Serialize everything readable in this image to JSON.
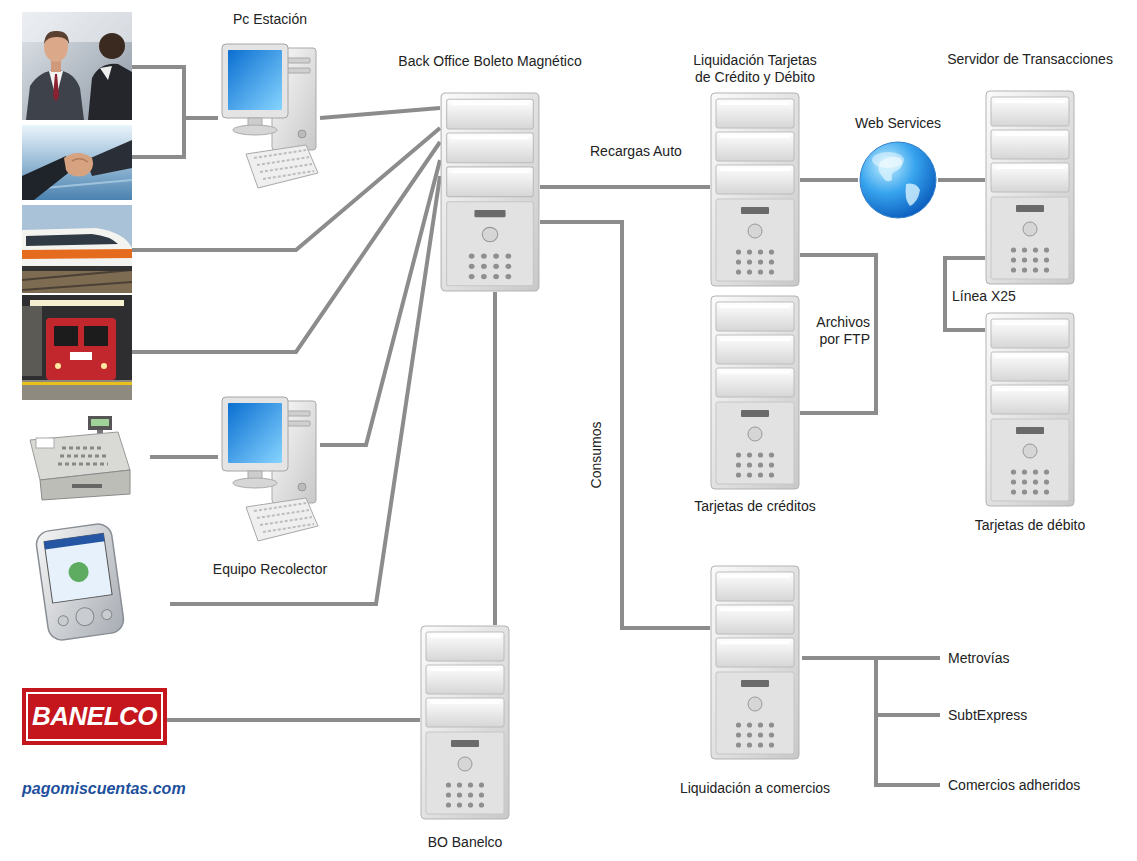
{
  "diagram": {
    "nodes": [
      {
        "text": [
          "Pc Estación"
        ]
      },
      {
        "text": [
          "Back Office Boleto Magnético"
        ]
      },
      {
        "text": [
          "Liquidación Tarjetas de Crédito y Débito"
        ]
      },
      {
        "text": [
          "Web Services"
        ]
      },
      {
        "text": [
          "Servidor de Transacciones"
        ]
      },
      {
        "text": [
          "Tarjetas de créditos"
        ]
      },
      {
        "text": [
          "Tarjetas de débito"
        ]
      },
      {
        "text": [
          "Equipo Recolector"
        ]
      },
      {
        "text": [
          "Liquidación a comercios"
        ]
      },
      {
        "text": [
          "BANELCO",
          "pagomiscuentas.com"
        ]
      },
      {
        "text": [
          "BO Banelco"
        ]
      }
    ],
    "edges": [
      {
        "from": 0,
        "to": 1,
        "arrow": "none"
      },
      {
        "from": 1,
        "to": 2,
        "label": "Recargas Auto",
        "arrow": "none"
      },
      {
        "from": 2,
        "to": 3,
        "arrow": "none"
      },
      {
        "from": 3,
        "to": 4,
        "arrow": "none"
      },
      {
        "from": 2,
        "to": 5,
        "label": "Archivos por FTP",
        "arrow": "none"
      },
      {
        "from": 4,
        "to": 6,
        "label": "Línea X25",
        "arrow": "none"
      },
      {
        "from": 7,
        "to": 1,
        "arrow": "none"
      },
      {
        "from": 1,
        "to": 8,
        "label": "Consumos",
        "arrow": "none"
      },
      {
        "from": 1,
        "to": 10,
        "arrow": "none"
      },
      {
        "from": 9,
        "to": 10,
        "arrow": "none"
      }
    ],
    "labels": [
      "Metrovías",
      "SubtExpress",
      "Comercios adheridos"
    ]
  }
}
